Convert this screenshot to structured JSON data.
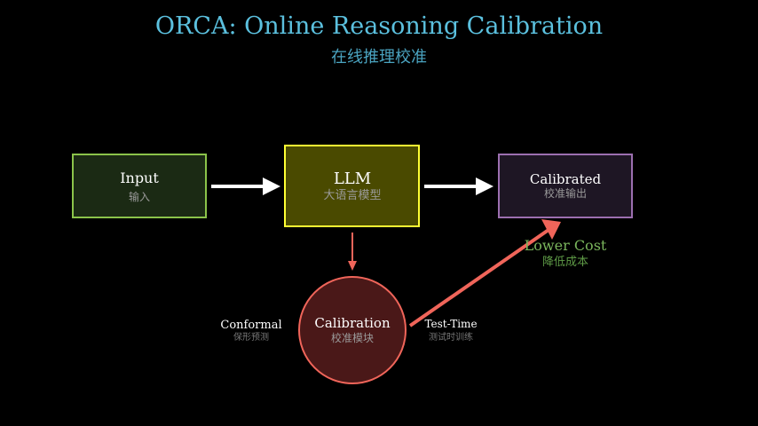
{
  "title": "ORCA: Online Reasoning Calibration",
  "subtitle": "在线推理校准",
  "colors": {
    "background": "#000000",
    "title": "#5bc0de",
    "subtitle": "#4aa3c0",
    "input_border": "#8bc34a",
    "input_fill": "#1b2a14",
    "llm_border": "#ffff33",
    "llm_fill": "#4a4a00",
    "output_border": "#9c6fb0",
    "output_fill": "#1e1624",
    "calibration_border": "#f0655a",
    "calibration_fill": "#4a1818",
    "arrow_white": "#ffffff",
    "arrow_red": "#f0655a",
    "lower_cost": "#7ab55c",
    "side_label": "#ffffff",
    "side_sublabel": "#777777",
    "node_sublabel": "#9a9a9a"
  },
  "nodes": {
    "input": {
      "label": "Input",
      "sublabel": "输入"
    },
    "llm": {
      "label": "LLM",
      "sublabel": "大语言模型"
    },
    "output": {
      "label": "Calibrated",
      "sublabel": "校准输出"
    },
    "calibration": {
      "label": "Calibration",
      "sublabel": "校准模块"
    }
  },
  "annotations": {
    "conformal": {
      "label": "Conformal",
      "sublabel": "保形预测"
    },
    "test_time": {
      "label": "Test-Time",
      "sublabel": "测试时训练"
    },
    "lower_cost": {
      "label": "Lower Cost",
      "sublabel": "降低成本"
    }
  }
}
